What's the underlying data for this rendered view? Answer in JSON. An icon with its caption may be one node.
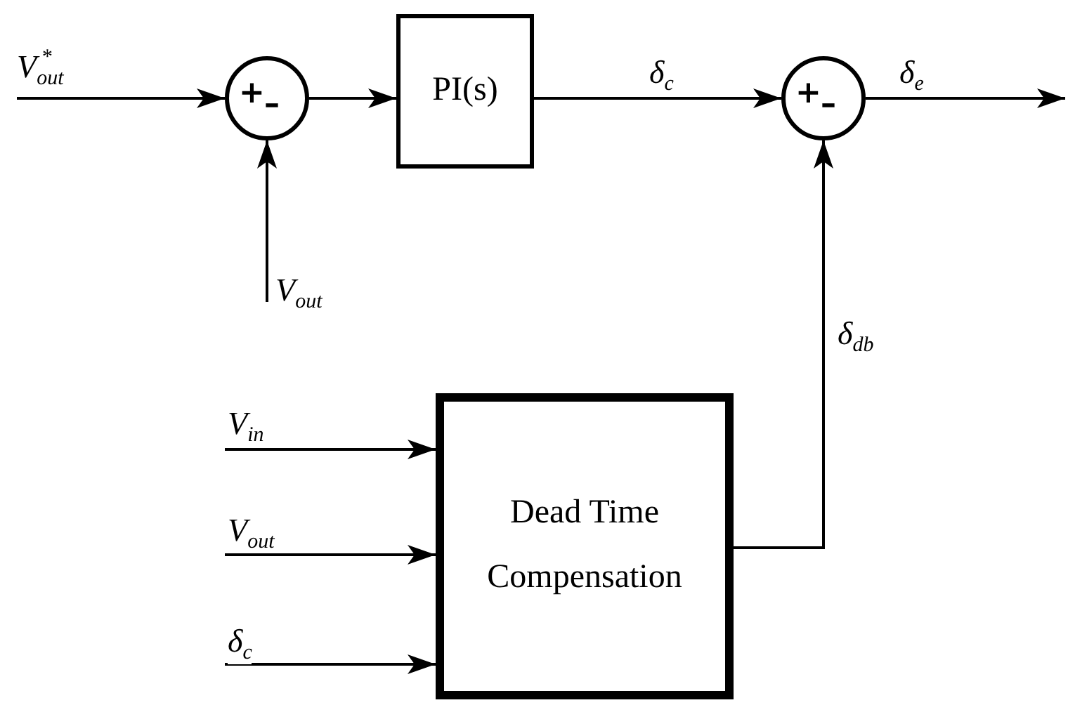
{
  "diagram": {
    "nodes": [
      {
        "text": [
          "+",
          "–"
        ]
      },
      {
        "text": [
          "PI(s)"
        ]
      },
      {
        "text": [
          "+",
          "–"
        ]
      },
      {
        "text": [
          "Dead Time Compensation"
        ]
      }
    ],
    "edges": [
      {
        "from": null,
        "to": 0,
        "arrow": "to",
        "label": "V$_{out}$$^{*}$"
      },
      {
        "from": null,
        "to": 0,
        "arrow": "to",
        "label": "V$_{out}$"
      },
      {
        "from": 0,
        "to": 1,
        "arrow": "to"
      },
      {
        "from": 1,
        "to": 2,
        "arrow": "to",
        "label": "δ$_{c}$"
      },
      {
        "from": 2,
        "to": null,
        "arrow": "to",
        "label": "δ$_{e}$"
      },
      {
        "from": 3,
        "to": 2,
        "arrow": "to",
        "label": "δ$_{db}$"
      },
      {
        "from": null,
        "to": 3,
        "arrow": "to",
        "label": "V$_{in}$"
      },
      {
        "from": null,
        "to": 3,
        "arrow": "to",
        "label": "V$_{out}$"
      },
      {
        "from": null,
        "to": 3,
        "arrow": "to",
        "label": "δ$_{c}$"
      }
    ]
  }
}
